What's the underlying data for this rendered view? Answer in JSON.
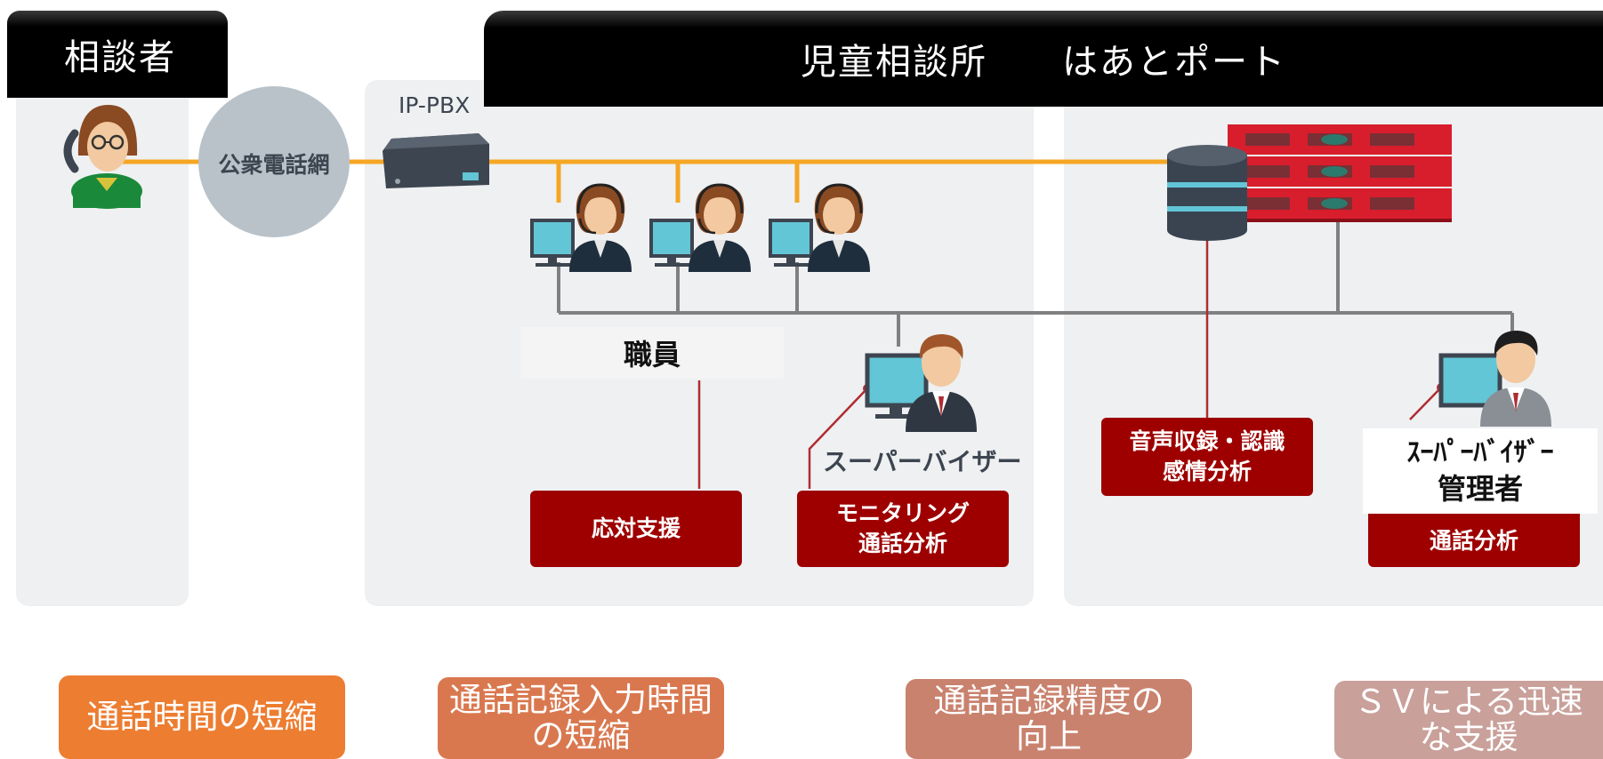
{
  "headers": {
    "consultant": "相談者",
    "center": "児童相談所　　はあとポート"
  },
  "network": {
    "public_network": "公衆電話網",
    "pbx": "IP-PBX"
  },
  "roles": {
    "staff": "職員",
    "supervisor": "スーパーバイザー",
    "supervisor_admin_line1": "ｽｰﾊﾟｰﾊﾞｲｻﾞｰ",
    "supervisor_admin_line2": "管理者"
  },
  "functions": {
    "response_support": "応対支援",
    "monitoring_line1": "モニタリング",
    "monitoring_line2": "通話分析",
    "voice_line1": "音声収録・認識",
    "voice_line2": "感情分析",
    "admin_analysis": "通話分析"
  },
  "benefits": [
    {
      "line1": "通話時間の短縮",
      "line2": "",
      "color": "#ed7d31"
    },
    {
      "line1": "通話記録入力時間",
      "line2": "の短縮",
      "color": "#d9784f"
    },
    {
      "line1": "通話記録精度の",
      "line2": "向上",
      "color": "#c9826e"
    },
    {
      "line1": "ＳＶによる迅速",
      "line2": "な支援",
      "color": "#c9a09a"
    }
  ],
  "colors": {
    "phone_line": "#f5a623",
    "lan_line": "#808080",
    "red_function": "#9e0000",
    "server_red": "#d81e2c"
  }
}
